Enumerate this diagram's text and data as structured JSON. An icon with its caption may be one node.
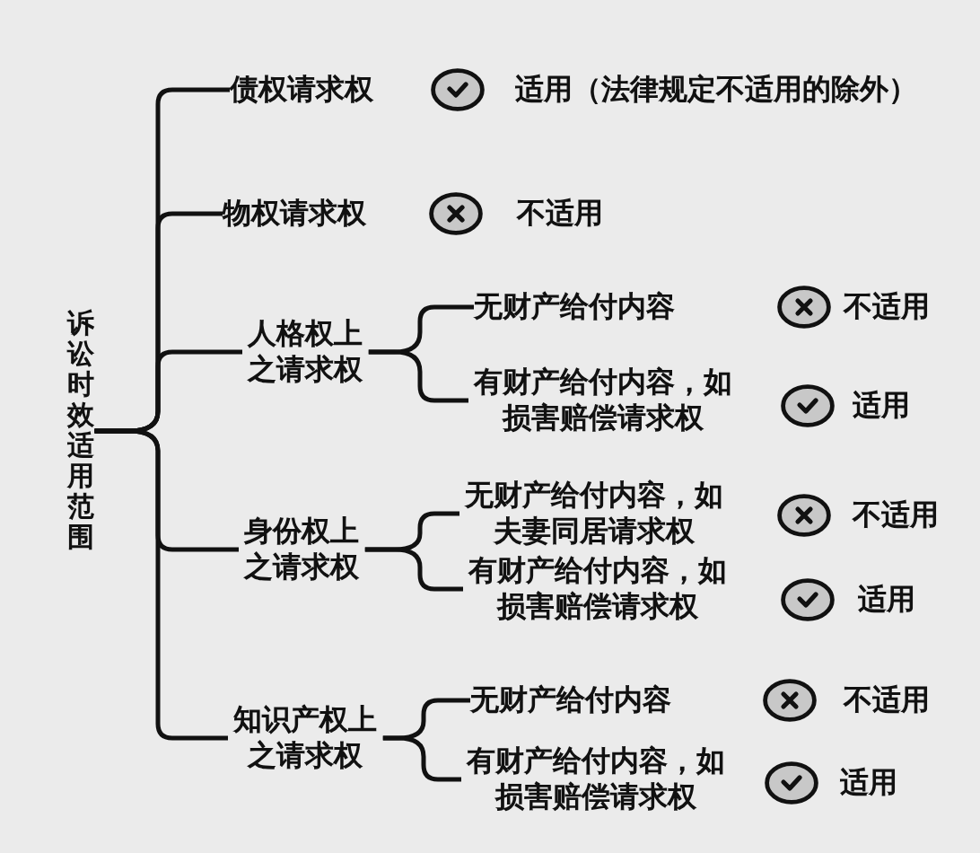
{
  "diagram": {
    "nodes": [
      {
        "text": [
          "诉讼时效适用范围"
        ]
      },
      {
        "text": [
          "债权请求权"
        ]
      },
      {
        "text": [
          "物权请求权"
        ]
      },
      {
        "text": [
          "人格权上之请求权"
        ]
      },
      {
        "text": [
          "无财产给付内容"
        ]
      },
      {
        "text": [
          "有财产给付内容，如损害赔偿请求权"
        ]
      },
      {
        "text": [
          "身份权上之请求权"
        ]
      },
      {
        "text": [
          "无财产给付内容，如夫妻同居请求权"
        ]
      },
      {
        "text": [
          "有财产给付内容，如损害赔偿请求权"
        ]
      },
      {
        "text": [
          "知识产权上之请求权"
        ]
      },
      {
        "text": [
          "无财产给付内容"
        ]
      },
      {
        "text": [
          "有财产给付内容，如损害赔偿请求权"
        ]
      }
    ],
    "edges": [
      {
        "from": 0,
        "to": 1,
        "arrow": "none"
      },
      {
        "from": 0,
        "to": 2,
        "arrow": "none"
      },
      {
        "from": 0,
        "to": 3,
        "arrow": "none"
      },
      {
        "from": 0,
        "to": 6,
        "arrow": "none"
      },
      {
        "from": 0,
        "to": 9,
        "arrow": "none"
      },
      {
        "from": 3,
        "to": 4,
        "arrow": "none"
      },
      {
        "from": 3,
        "to": 5,
        "arrow": "none"
      },
      {
        "from": 6,
        "to": 7,
        "arrow": "none"
      },
      {
        "from": 6,
        "to": 8,
        "arrow": "none"
      },
      {
        "from": 9,
        "to": 10,
        "arrow": "none"
      },
      {
        "from": 9,
        "to": 11,
        "arrow": "none"
      }
    ],
    "labels": [
      "适用（法律规定不适用的除外）",
      "不适用",
      "不适用",
      "适用",
      "不适用",
      "适用",
      "不适用",
      "适用"
    ]
  }
}
